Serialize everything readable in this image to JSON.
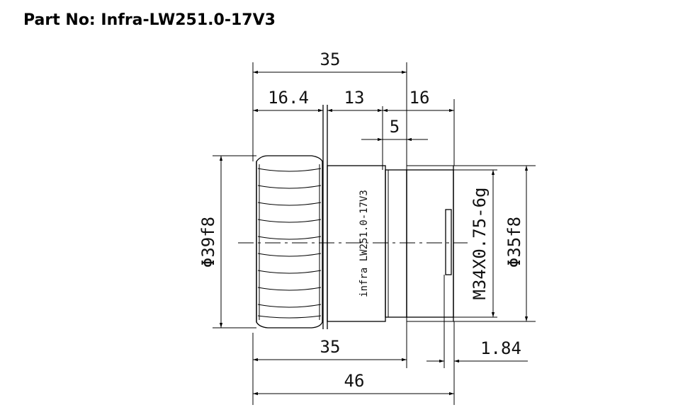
{
  "header": {
    "part_label": "Part No:",
    "part_number": "Infra-LW251.0-17V3"
  },
  "drawing": {
    "dims": {
      "overall_top": "35",
      "knurl_width": "16.4",
      "body_segment": "13",
      "thread_length": "16",
      "step": "5",
      "bottom_35": "35",
      "overall_length": "46",
      "flange": "1.84",
      "outer_diameter": "Φ39f8",
      "body_diameter": "Φ35f8",
      "thread": "M34X0.75-6g"
    },
    "body_label": "infra LW251.0-17V3"
  }
}
